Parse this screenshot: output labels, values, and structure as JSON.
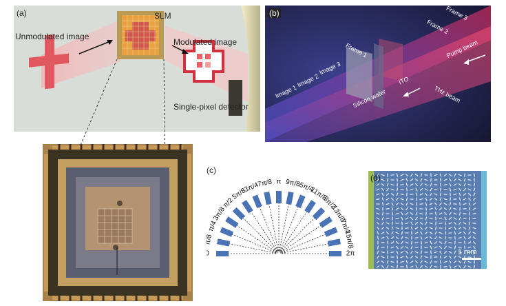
{
  "panel_a": {
    "label": "(a)",
    "slm": "SLM",
    "unmodulated": "Unmodulated image",
    "modulated": "Modulated image",
    "detector": "Single-pixel detector"
  },
  "panel_b": {
    "label": "(b)",
    "frame3": "Frame 3",
    "frame2": "Frame 2",
    "frame1": "Frame 1",
    "pump": "Pump beam",
    "image3": "Image 3",
    "image2": "Image 2",
    "image1": "Image 1",
    "ito": "ITO",
    "thz": "THz beam",
    "wafer": "Silicon wafer"
  },
  "panel_c": {
    "label": "(c)",
    "ticks": [
      "0",
      "π/8",
      "π/4",
      "3π/8",
      "π/2",
      "5π/8",
      "3π/4",
      "7π/8",
      "π",
      "9π/8",
      "5π/4",
      "11π/8",
      "3π/2",
      "13π/8",
      "7π/4",
      "15π/8",
      "2π"
    ]
  },
  "panel_d": {
    "label": "(d)",
    "scale": "1 mm"
  },
  "colors": {
    "bar": "#4a73b5",
    "red_cross": "#e0555e",
    "pump": "#d9304a"
  }
}
